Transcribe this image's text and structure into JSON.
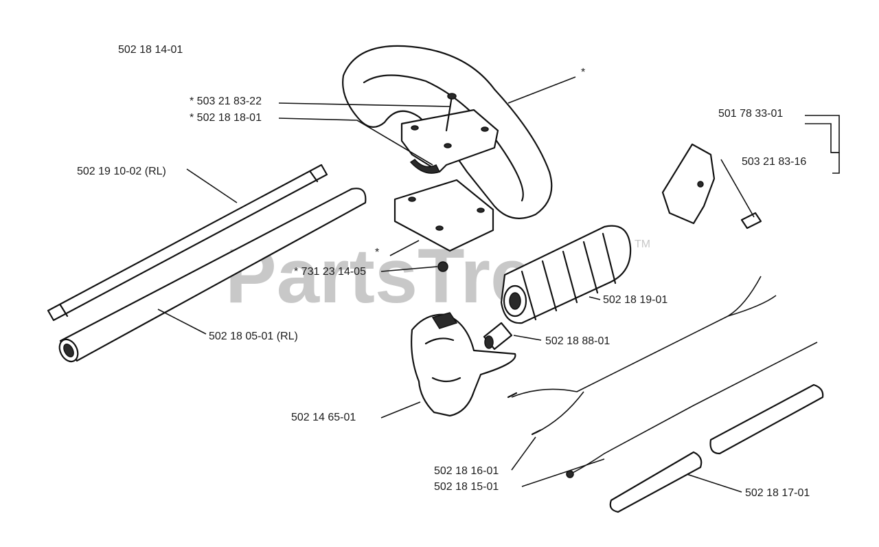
{
  "watermark": {
    "text": "PartsTree",
    "trademark": "TM"
  },
  "labels": [
    {
      "id": "l1",
      "text": "502 18 14-01"
    },
    {
      "id": "l2",
      "text": "* 503 21 83-22"
    },
    {
      "id": "l3",
      "text": "* 502 18 18-01"
    },
    {
      "id": "l4",
      "text": "*"
    },
    {
      "id": "l5",
      "text": "501 78 33-01"
    },
    {
      "id": "l6",
      "text": "503 21 83-16"
    },
    {
      "id": "l7",
      "text": "502 19 10-02 (RL)"
    },
    {
      "id": "l8",
      "text": "*"
    },
    {
      "id": "l9",
      "text": "* 731 23 14-05"
    },
    {
      "id": "l10",
      "text": "502 18 19-01"
    },
    {
      "id": "l11",
      "text": "502 18 05-01 (RL)"
    },
    {
      "id": "l12",
      "text": "502 18 88-01"
    },
    {
      "id": "l13",
      "text": "502 14 65-01"
    },
    {
      "id": "l14",
      "text": "502 18 16-01"
    },
    {
      "id": "l15",
      "text": "502 18 15-01"
    },
    {
      "id": "l16",
      "text": "502 18 17-01"
    }
  ]
}
